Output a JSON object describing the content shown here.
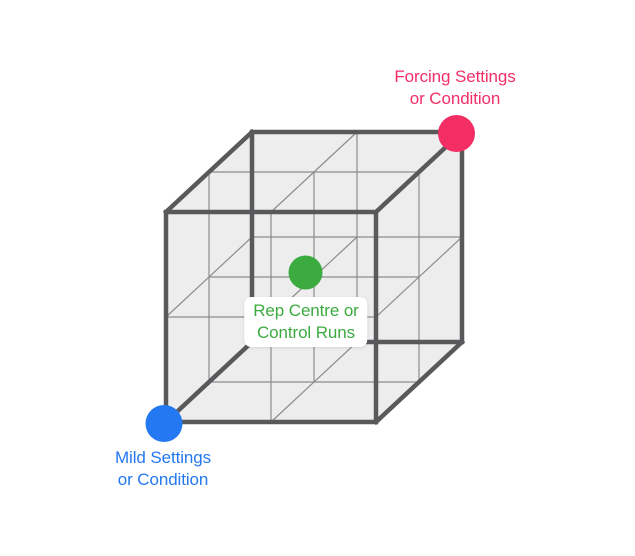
{
  "diagram": {
    "type": "cube-plot",
    "points": {
      "forcing": {
        "label": "Forcing Settings\nor Condition",
        "color": "#F22E65"
      },
      "rep_centre": {
        "label": "Rep Centre or\nControl Runs",
        "color": "#3BAB40"
      },
      "mild": {
        "label": "Mild Settings\nor Condition",
        "color": "#2478F2"
      }
    },
    "colors": {
      "background": "#FFFFFF",
      "cube_fill": "#EDEDEE",
      "cube_edge": "#58595B",
      "cube_grid": "#8D8D8F",
      "center_label_bg": "#FFFFFF"
    }
  }
}
